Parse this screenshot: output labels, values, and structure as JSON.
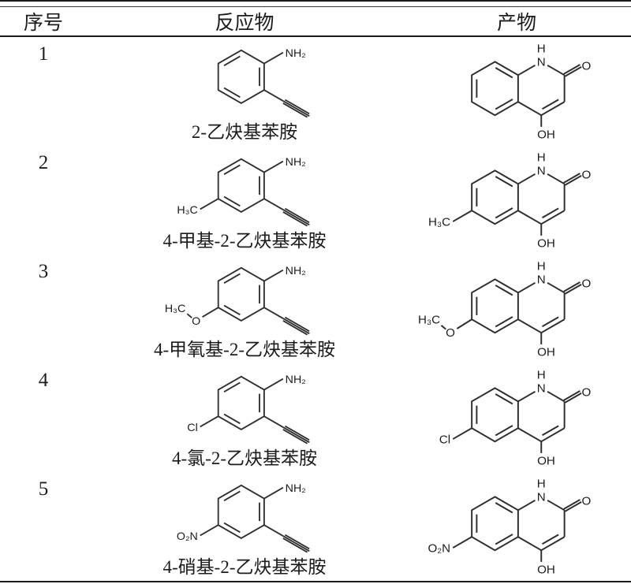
{
  "page": {
    "background": "#ffffff",
    "line_color": "#2e2e2e"
  },
  "table": {
    "headers": [
      {
        "label": "序号"
      },
      {
        "label": "反应物"
      },
      {
        "label": "产物"
      }
    ],
    "atom_labels": {
      "amine": "NH₂",
      "nh_hydrogen": "H",
      "ring_nitrogen": "N",
      "carbonyl_oxygen": "O",
      "hydroxyl": "OH"
    },
    "rows": [
      {
        "no": "1",
        "reactant_name": "2-乙炔基苯胺",
        "substituent": ""
      },
      {
        "no": "2",
        "reactant_name": "4-甲基-2-乙炔基苯胺",
        "substituent": "H₃C"
      },
      {
        "no": "3",
        "reactant_name": "4-甲氧基-2-乙炔基苯胺",
        "substituent": "H₃C",
        "substituent_oxygen": "O"
      },
      {
        "no": "4",
        "reactant_name": "4-氯-2-乙炔基苯胺",
        "substituent": "Cl"
      },
      {
        "no": "5",
        "reactant_name": "4-硝基-2-乙炔基苯胺",
        "substituent": "O₂N"
      }
    ]
  }
}
